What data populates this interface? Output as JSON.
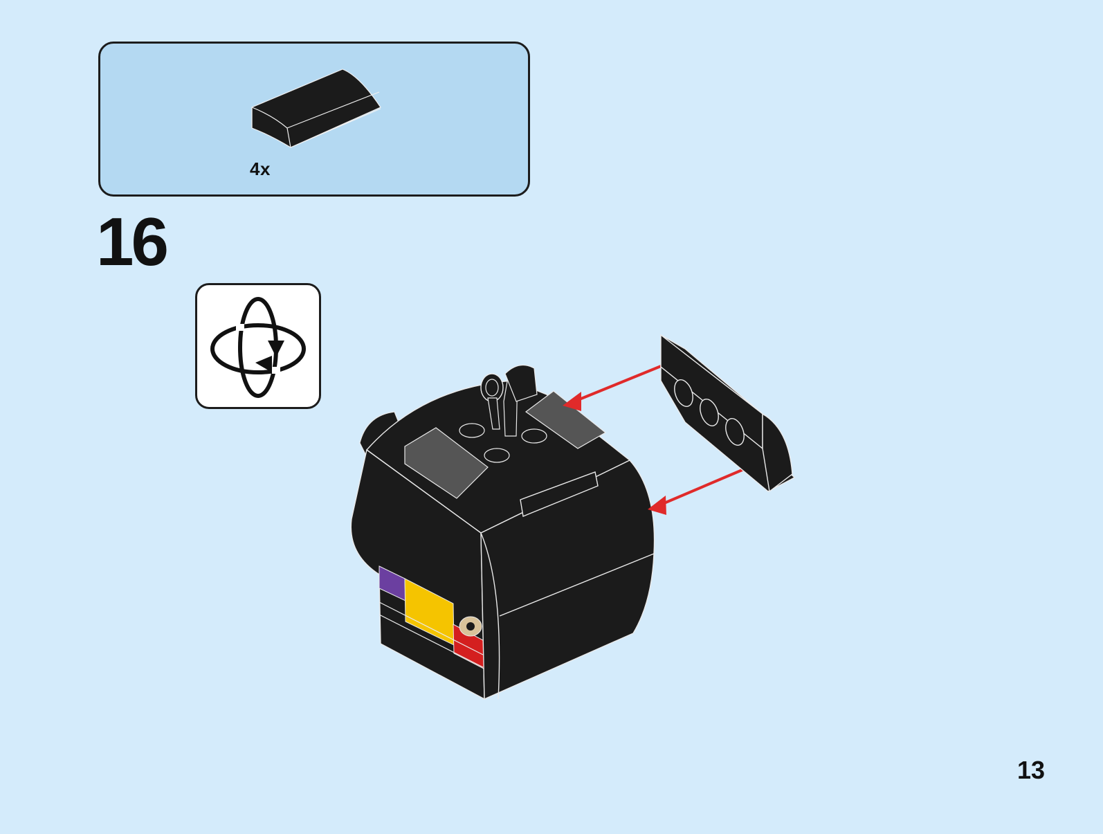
{
  "parts_list": {
    "items": [
      {
        "quantity": "4x",
        "part_icon": "black-curved-slope-2x1-icon",
        "color": "#1a1a1a"
      }
    ]
  },
  "step": {
    "number": "16",
    "rotate_icon": "rotate-model-icon"
  },
  "model": {
    "icon": "black-head-assembly-icon",
    "attach_piece_icon": "black-curved-plate-icon",
    "arrow_color": "#e02a2a",
    "stripe_colors": [
      "#6b3fa0",
      "#f5c400",
      "#d41f1f"
    ]
  },
  "page": {
    "number": "13",
    "background": "#d4ebfb"
  }
}
